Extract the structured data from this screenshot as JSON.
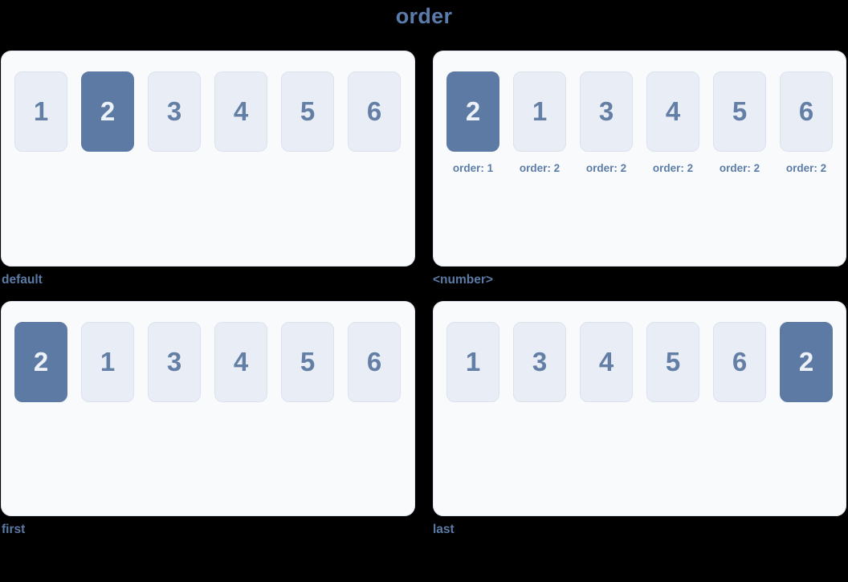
{
  "title": "order",
  "colors": {
    "background": "#000000",
    "title_text": "#5b7bab",
    "panel_bg": "#f9fafc",
    "panel_border": "#e2e7f0",
    "box_bg": "#e9edf6",
    "box_border": "#dbe2ee",
    "box_text": "#647fa5",
    "highlight_bg": "#5d7aa4",
    "highlight_text": "#edf2f8",
    "caption_text": "#5b7ba6"
  },
  "panels": [
    {
      "caption": "default",
      "items": [
        {
          "label": "1",
          "highlight": false
        },
        {
          "label": "2",
          "highlight": true
        },
        {
          "label": "3",
          "highlight": false
        },
        {
          "label": "4",
          "highlight": false
        },
        {
          "label": "5",
          "highlight": false
        },
        {
          "label": "6",
          "highlight": false
        }
      ]
    },
    {
      "caption": "<number>",
      "items": [
        {
          "label": "2",
          "sub": "order: 1",
          "highlight": true
        },
        {
          "label": "1",
          "sub": "order: 2",
          "highlight": false
        },
        {
          "label": "3",
          "sub": "order: 2",
          "highlight": false
        },
        {
          "label": "4",
          "sub": "order: 2",
          "highlight": false
        },
        {
          "label": "5",
          "sub": "order: 2",
          "highlight": false
        },
        {
          "label": "6",
          "sub": "order: 2",
          "highlight": false
        }
      ]
    },
    {
      "caption": "first",
      "items": [
        {
          "label": "2",
          "highlight": true
        },
        {
          "label": "1",
          "highlight": false
        },
        {
          "label": "3",
          "highlight": false
        },
        {
          "label": "4",
          "highlight": false
        },
        {
          "label": "5",
          "highlight": false
        },
        {
          "label": "6",
          "highlight": false
        }
      ]
    },
    {
      "caption": "last",
      "items": [
        {
          "label": "1",
          "highlight": false
        },
        {
          "label": "3",
          "highlight": false
        },
        {
          "label": "4",
          "highlight": false
        },
        {
          "label": "5",
          "highlight": false
        },
        {
          "label": "6",
          "highlight": false
        },
        {
          "label": "2",
          "highlight": true
        }
      ]
    }
  ]
}
